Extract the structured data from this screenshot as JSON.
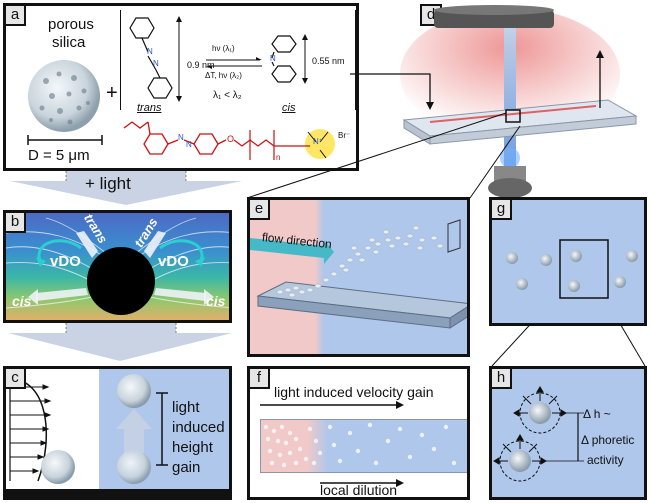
{
  "colors": {
    "panel_blue": "#aec7ea",
    "panel_blue_dark": "#8fb0dd",
    "laser_red": "#e04040",
    "dye_red": "#cc1111",
    "dye_blue": "#2a55c8",
    "ammonium_yellow": "#ffe24a",
    "arrow_gray": "#c9d3e4",
    "flow_cyan": "#45b9c8",
    "stream_white": "#f4f6f8",
    "particle": "#e8edf3"
  },
  "panel_a": {
    "label": "a",
    "porous": "porous",
    "silica": "silica",
    "diameter": "D = 5 μm",
    "plus": "+",
    "size_trans": "0.9 nm",
    "size_cis": "0.55 nm",
    "fwd": "hν (λ₁)",
    "rev": "ΔT, hν (λ₂)",
    "cond": "λ₁ < λ₂",
    "trans": "trans",
    "cis": "cis",
    "n": "n",
    "br": "Br⁻",
    "n_plus": "N⁺",
    "o_atom": "O",
    "azo_n": "N"
  },
  "light_arrow": {
    "label": "+ light"
  },
  "panel_b": {
    "label": "b",
    "trans_left": "trans",
    "trans_right": "trans",
    "vdo_left": "vDO",
    "vdo_right": "vDO",
    "cis_left": "cis",
    "cis_right": "cis"
  },
  "panel_c": {
    "label": "c",
    "text_lines": [
      "light",
      "induced",
      "height",
      "gain"
    ]
  },
  "panel_d": {
    "label": "d"
  },
  "panel_e": {
    "label": "e",
    "flow": "flow direction"
  },
  "panel_f": {
    "label": "f",
    "top": "light induced velocity gain",
    "bottom": "local dilution"
  },
  "panel_g": {
    "label": "g"
  },
  "panel_h": {
    "label": "h",
    "dh": "Δ h ~",
    "phoretic": "Δ phoretic",
    "activity": "activity"
  }
}
